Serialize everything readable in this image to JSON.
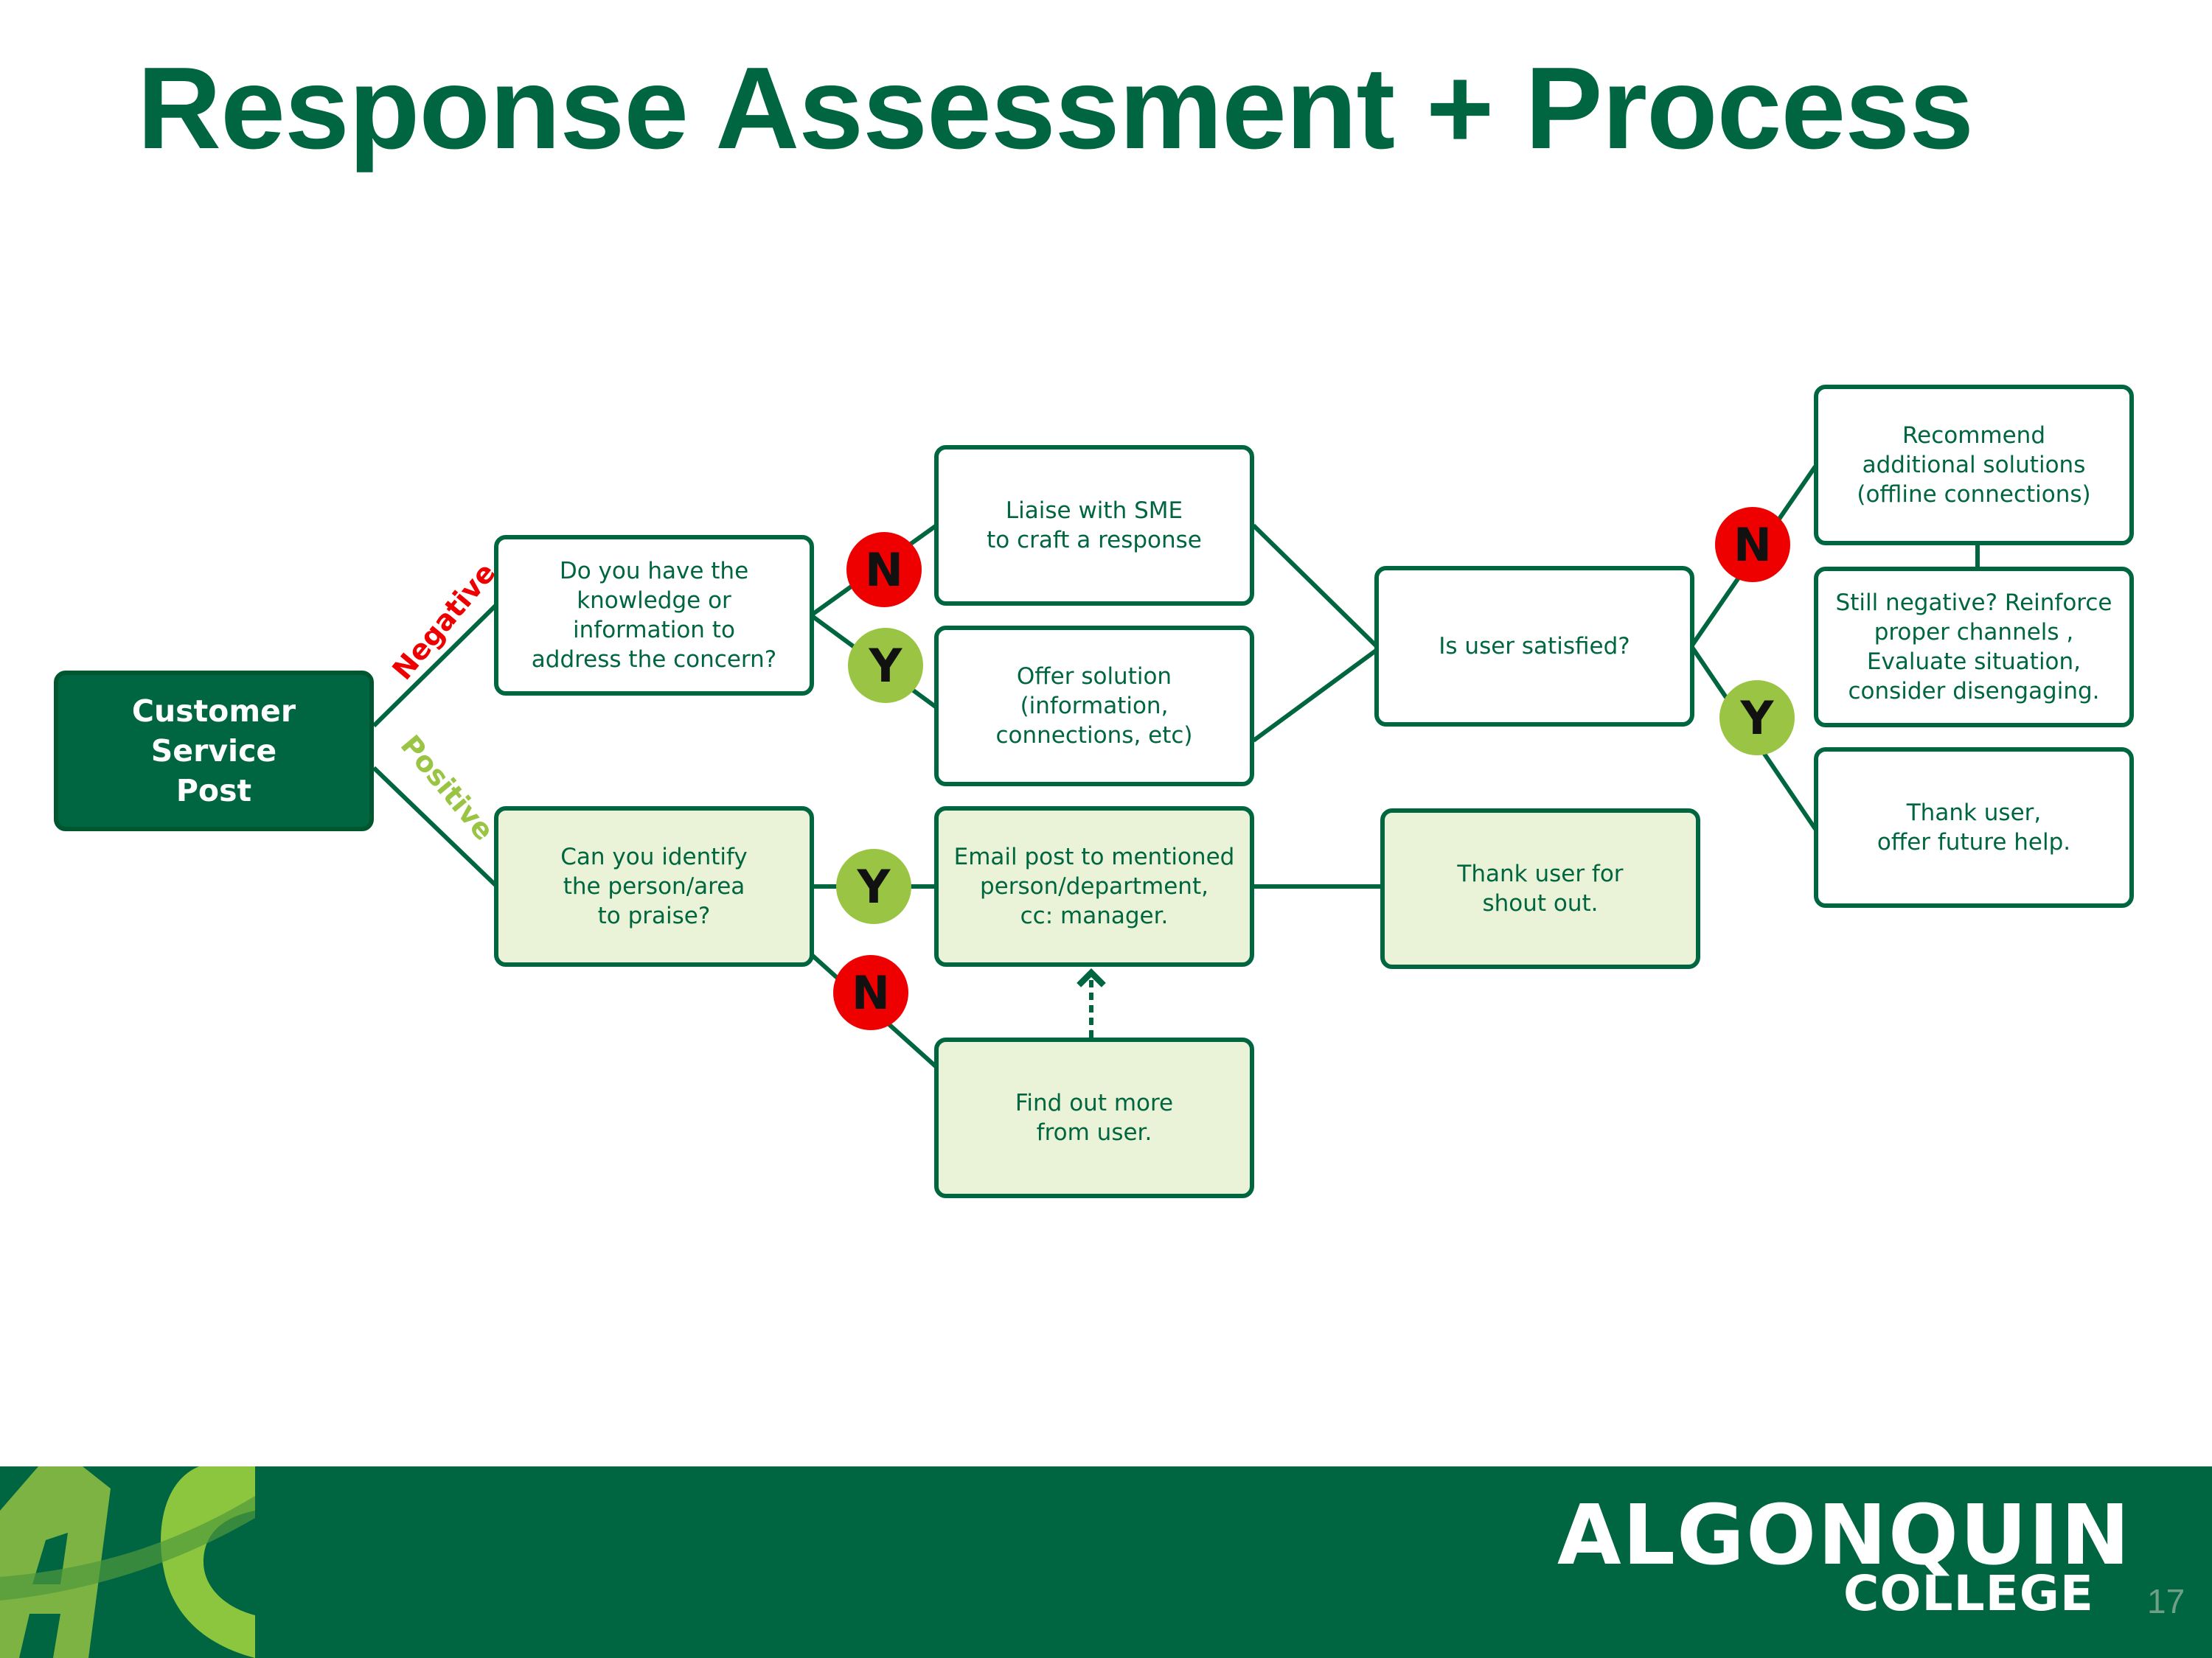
{
  "slide": {
    "title": "Response Assessment + Process",
    "page_number": "17"
  },
  "nodes": {
    "start": "Customer Service\nPost",
    "knowledge": "Do you have the\nknowledge or\ninformation to\naddress the concern?",
    "liaise": "Liaise with SME\nto craft a response",
    "offer": "Offer solution\n(information,\nconnections, etc)",
    "satisfied": "Is user satisfied?",
    "recommend": "Recommend\nadditional solutions\n(offline connections)",
    "still_negative": "Still negative?  Reinforce\nproper channels ,\nEvaluate situation,\nconsider disengaging.",
    "thank_user": "Thank user,\noffer future help.",
    "identify": "Can you identify\nthe person/area\nto praise?",
    "email": "Email post to mentioned\nperson/department,\ncc: manager.",
    "thank_shout": "Thank user for\nshout out.",
    "find_out": "Find out more\nfrom user."
  },
  "branches": {
    "negative": "Negative",
    "positive": "Positive"
  },
  "badges": {
    "no": "N",
    "yes": "Y"
  },
  "colors": {
    "brand_green": "#006541",
    "no_red": "#ee0000",
    "yes_green": "#9ac443",
    "light_fill": "#eaf3d8"
  },
  "logo": {
    "mark": "AC",
    "line1": "ALGONQUIN",
    "line2": "COLLEGE"
  }
}
